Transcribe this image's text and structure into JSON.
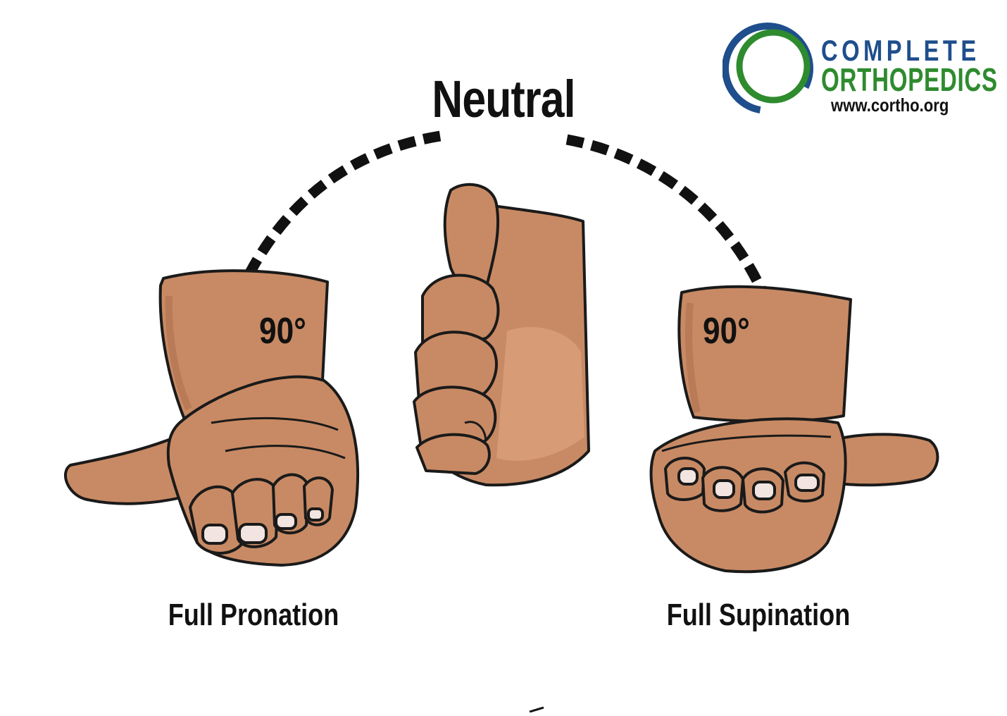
{
  "title": "Neutral",
  "labels": {
    "left_position": "Full Pronation",
    "right_position": "Full Supination",
    "left_angle": "90°",
    "right_angle": "90°"
  },
  "logo": {
    "line1": "COMPLETE",
    "line2": "ORTHOPEDICS",
    "url": "www.cortho.org"
  },
  "colors": {
    "skin": "#c88a64",
    "skin_shadow": "#a8694a",
    "skin_light": "#d79c76",
    "outline": "#1a1a1a",
    "nail": "#f2e4e0",
    "arrow": "#111111",
    "logo_blue": "#1f4e8c",
    "logo_green": "#2e8b2e"
  }
}
